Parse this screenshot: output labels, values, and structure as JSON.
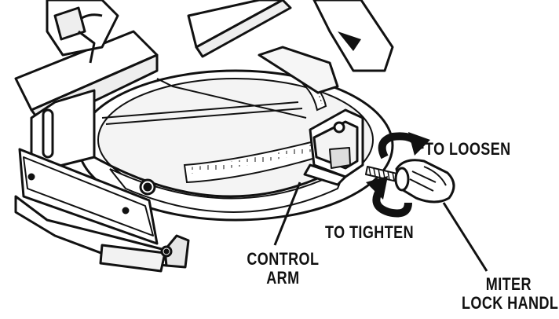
{
  "labels": {
    "to_loosen": "TO LOOSEN",
    "to_tighten": "TO TIGHTEN",
    "control_arm_line1": "CONTROL",
    "control_arm_line2": "ARM",
    "miter_lock_line1": "MITER",
    "miter_lock_line2": "LOCK HANDLE"
  },
  "colors": {
    "ink": "#111111",
    "paper": "#ffffff",
    "shade": "#d9d9d9"
  }
}
